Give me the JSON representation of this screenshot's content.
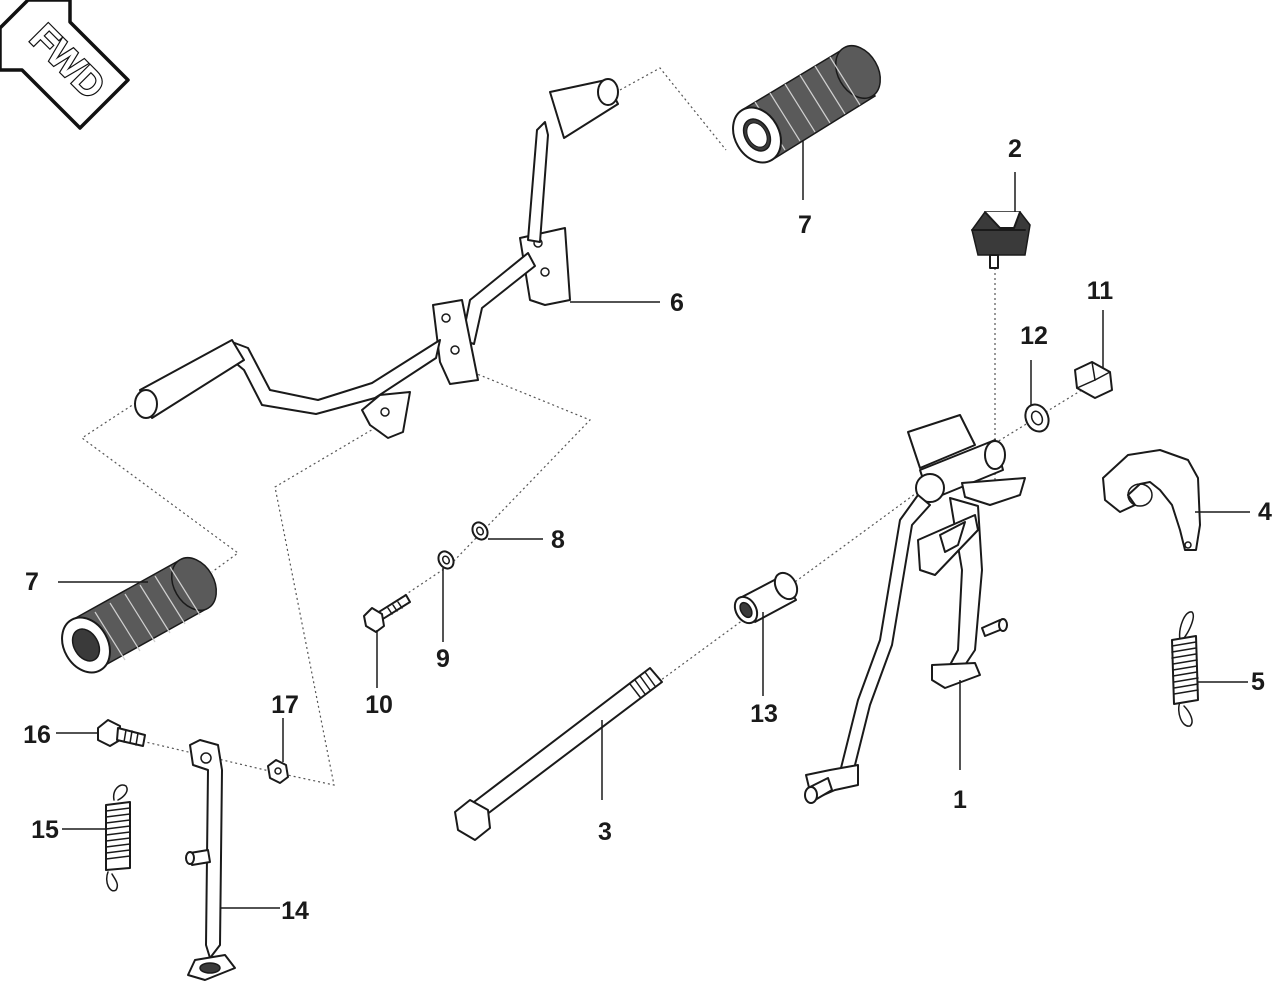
{
  "direction_badge": {
    "label": "FWD"
  },
  "callouts": [
    {
      "id": "c1",
      "label": "1"
    },
    {
      "id": "c2",
      "label": "2"
    },
    {
      "id": "c3",
      "label": "3"
    },
    {
      "id": "c4",
      "label": "4"
    },
    {
      "id": "c5",
      "label": "5"
    },
    {
      "id": "c6",
      "label": "6"
    },
    {
      "id": "c7a",
      "label": "7"
    },
    {
      "id": "c7b",
      "label": "7"
    },
    {
      "id": "c8",
      "label": "8"
    },
    {
      "id": "c9",
      "label": "9"
    },
    {
      "id": "c10",
      "label": "10"
    },
    {
      "id": "c11",
      "label": "11"
    },
    {
      "id": "c12",
      "label": "12"
    },
    {
      "id": "c13",
      "label": "13"
    },
    {
      "id": "c14",
      "label": "14"
    },
    {
      "id": "c15",
      "label": "15"
    },
    {
      "id": "c16",
      "label": "16"
    },
    {
      "id": "c17",
      "label": "17"
    }
  ]
}
